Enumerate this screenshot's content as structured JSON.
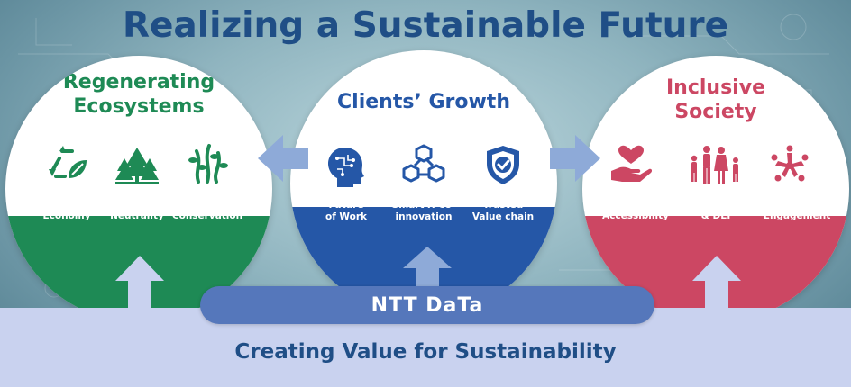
{
  "title": "Realizing a Sustainable Future",
  "pillars": [
    {
      "title": "Regenerating Ecosystems",
      "color": "#1e8a55",
      "items": [
        {
          "label": "Circular Economy",
          "icon": "recycle-leaf-icon"
        },
        {
          "label": "Carbon Neutrality",
          "icon": "forest-icon"
        },
        {
          "label": "Nature Conservation",
          "icon": "seaweed-icon"
        }
      ]
    },
    {
      "title": "Clients’ Growth",
      "color": "#2557a7",
      "items": [
        {
          "label": "Future of Work",
          "icon": "ai-head-icon"
        },
        {
          "label": "Smart X Co-innovation",
          "icon": "cubes-network-icon"
        },
        {
          "label": "Trusted Value chain",
          "icon": "shield-check-icon"
        }
      ]
    },
    {
      "title": "Inclusive Society",
      "color": "#cc4763",
      "items": [
        {
          "label": "Digital Accessibility",
          "icon": "heart-hand-icon"
        },
        {
          "label": "Human Rights & DEI",
          "icon": "family-icon"
        },
        {
          "label": "Community Engagement",
          "icon": "people-circle-icon"
        }
      ]
    }
  ],
  "brand": "NTT DaTa",
  "foundation": "Creating Value for Sustainability",
  "colors": {
    "accent_blue": "#1f4e86",
    "bar": "#5577bb",
    "base": "#c9d2ef",
    "arrow": "#8eaad8"
  }
}
